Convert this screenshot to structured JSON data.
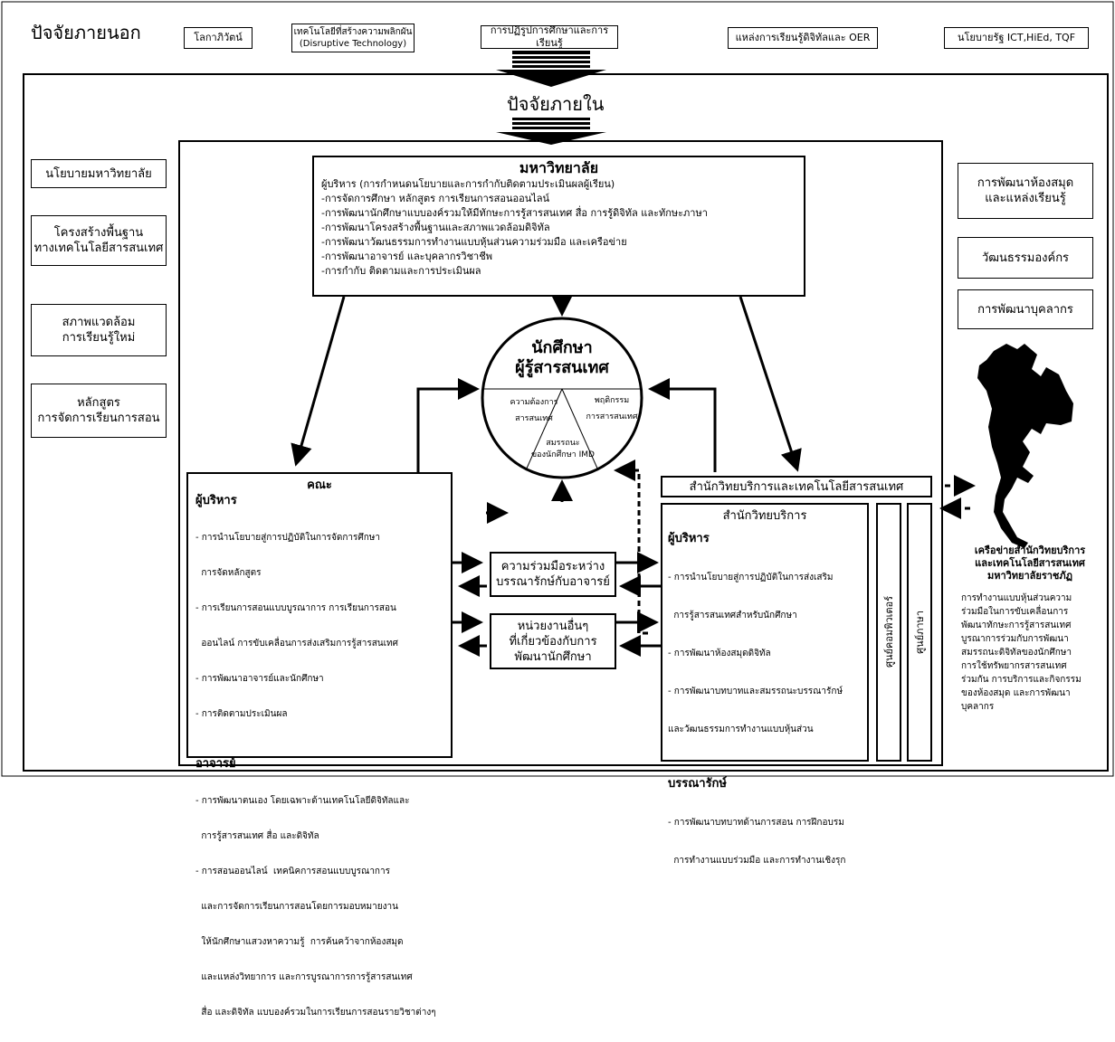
{
  "external": {
    "title": "ปัจจัยภายนอก",
    "items": [
      "โลกาภิวัตน์",
      "เทคโนโลยีที่สร้างความพลิกผัน",
      "(Disruptive Technology)",
      "การปฏิรูปการศึกษาและการเรียนรู้",
      "แหล่งการเรียนรู้ดิจิทัลและ OER",
      "นโยบายรัฐ ICT,HiEd, TQF"
    ]
  },
  "internal": {
    "title": "ปัจจัยภายใน"
  },
  "left_boxes": [
    "นโยบายมหาวิทยาลัย",
    "โครงสร้างพื้นฐาน",
    "ทางเทคโนโลยีสารสนเทศ",
    "สภาพแวดล้อม",
    "การเรียนรู้ใหม่",
    "หลักสูตร",
    "การจัดการเรียนการสอน"
  ],
  "right_boxes": [
    "การพัฒนาห้องสมุด",
    "และแหล่งเรียนรู้",
    "วัฒนธรรมองค์กร",
    "การพัฒนาบุคลากร"
  ],
  "university": {
    "title": "มหาวิทยาลัย",
    "lines": [
      "ผู้บริหาร (การกำหนดนโยบายและการกำกับติดตามประเมินผลผู้เรียน)",
      "-การจัดการศึกษา หลักสูตร การเรียนการสอนออนไลน์",
      "-การพัฒนานักศึกษาแบบองค์รวมให้มีทักษะการรู้สารสนเทศ สื่อ การรู้ดิจิทัล  และทักษะภาษา",
      "-การพัฒนาโครงสร้างพื้นฐานและสภาพแวดล้อมดิจิทัล",
      "-การพัฒนาวัฒนธรรมการทำงานแบบหุ้นส่วนความร่วมมือ และเครือข่าย",
      "-การพัฒนาอาจารย์ และบุคลากรวิชาชีพ",
      "-การกำกับ ติดตามและการประเมินผล"
    ]
  },
  "student": {
    "title1": "นักศึกษา",
    "title2": "ผู้รู้สารสนเทศ",
    "seg1": [
      "ความต้องการ",
      "สารสนเทศ"
    ],
    "seg2": [
      "พฤติกรรม",
      "การสารสนเทศ"
    ],
    "seg3": [
      "สมรรถนะ",
      "ของนักศึกษา IMD"
    ]
  },
  "faculty": {
    "title": "คณะ",
    "exec_head": "ผู้บริหาร",
    "exec_items": [
      "- การนำนโยบายสู่การปฏิบัติในการจัดการศึกษา",
      "  การจัดหลักสูตร",
      "- การเรียนการสอนแบบบูรณาการ การเรียนการสอน",
      "  ออนไลน์ การขับเคลื่อนการส่งเสริมการรู้สารสนเทศ",
      "- การพัฒนาอาจารย์และนักศึกษา",
      "- การติดตามประเมินผล"
    ],
    "teacher_head": "อาจารย์",
    "teacher_items": [
      "- การพัฒนาตนเอง โดยเฉพาะด้านเทคโนโลยีดิจิทัลและ",
      "  การรู้สารสนเทศ สื่อ และดิจิทัล",
      "- การสอนออนไลน์  เทคนิคการสอนแบบบูรณาการ",
      "  และการจัดการเรียนการสอนโดยการมอบหมายงาน",
      "  ให้นักศึกษาแสวงหาความรู้  การค้นคว้าจากห้องสมุด",
      "  และแหล่งวิทยาการ และการบูรณาการการรู้สารสนเทศ",
      "  สื่อ และดิจิทัล แบบองค์รวมในการเรียนการสอนรายวิชาต่างๆ"
    ]
  },
  "collab": {
    "line1": "ความร่วมมือระหว่าง",
    "line2": "บรรณารักษ์กับอาจารย์"
  },
  "other": {
    "line1": "หน่วยงานอื่นๆ",
    "line2": "ที่เกี่ยวข้องกับการ",
    "line3": "พัฒนานักศึกษา"
  },
  "office": {
    "header": "สำนักวิทยบริการและเทคโนโลยีสารสนเทศ",
    "inner_title": "สำนักวิทยบริการ",
    "exec_head": "ผู้บริหาร",
    "exec_items": [
      "- การนำนโยบายสู่การปฏิบัติในการส่งเสริม",
      "  การรู้สารสนเทศสำหรับนักศึกษา",
      "- การพัฒนาห้องสมุดดิจิทัล",
      "- การพัฒนาบทบาทและสมรรถนะบรรณารักษ์",
      "และวัฒนธรรมการทำงานแบบหุ้นส่วน"
    ],
    "lib_head": "บรรณารักษ์",
    "lib_items": [
      "- การพัฒนาบทบาทด้านการสอน การฝึกอบรม",
      "  การทำงานแบบร่วมมือ และการทำงานเชิงรุก"
    ],
    "vert1": "ศูนย์คอมพิวเตอร์",
    "vert2": "ศูนย์ภาษา"
  },
  "network": {
    "title": [
      "เครือข่ายสำนักวิทยบริการ",
      "และเทคโนโลยีสารสนเทศ",
      "มหาวิทยาลัยราชภัฏ"
    ],
    "body": [
      "การทำงานแบบหุ้นส่วนความ",
      "ร่วมมือในการขับเคลื่อนการ",
      "พัฒนาทักษะการรู้สารสนเทศ",
      "บูรณาการร่วมกับการพัฒนา",
      "สมรรถนะดิจิทัลของนักศึกษา",
      "การใช้ทรัพยากรสารสนเทศ",
      "ร่วมกัน การบริการและกิจกรรม",
      "ของห้องสมุด และการพัฒนา",
      "บุคลากร"
    ]
  }
}
